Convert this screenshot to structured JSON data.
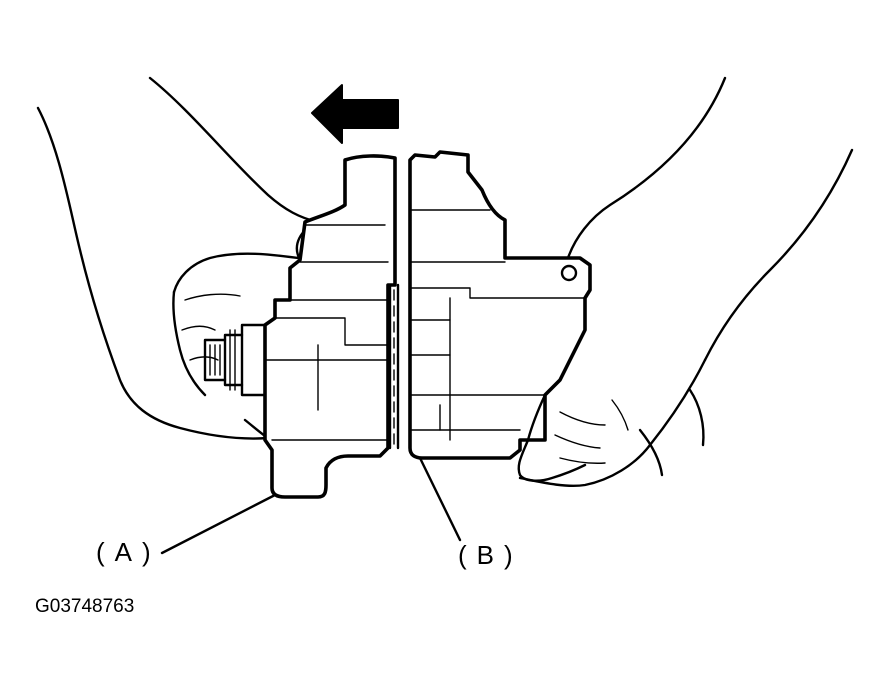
{
  "labels": {
    "part_a": "(A)",
    "part_b": "(B)",
    "figure_code": "G03748763"
  },
  "colors": {
    "line": "#000000",
    "background": "#ffffff"
  },
  "icons": {
    "direction_arrow": "arrow-left-icon"
  }
}
